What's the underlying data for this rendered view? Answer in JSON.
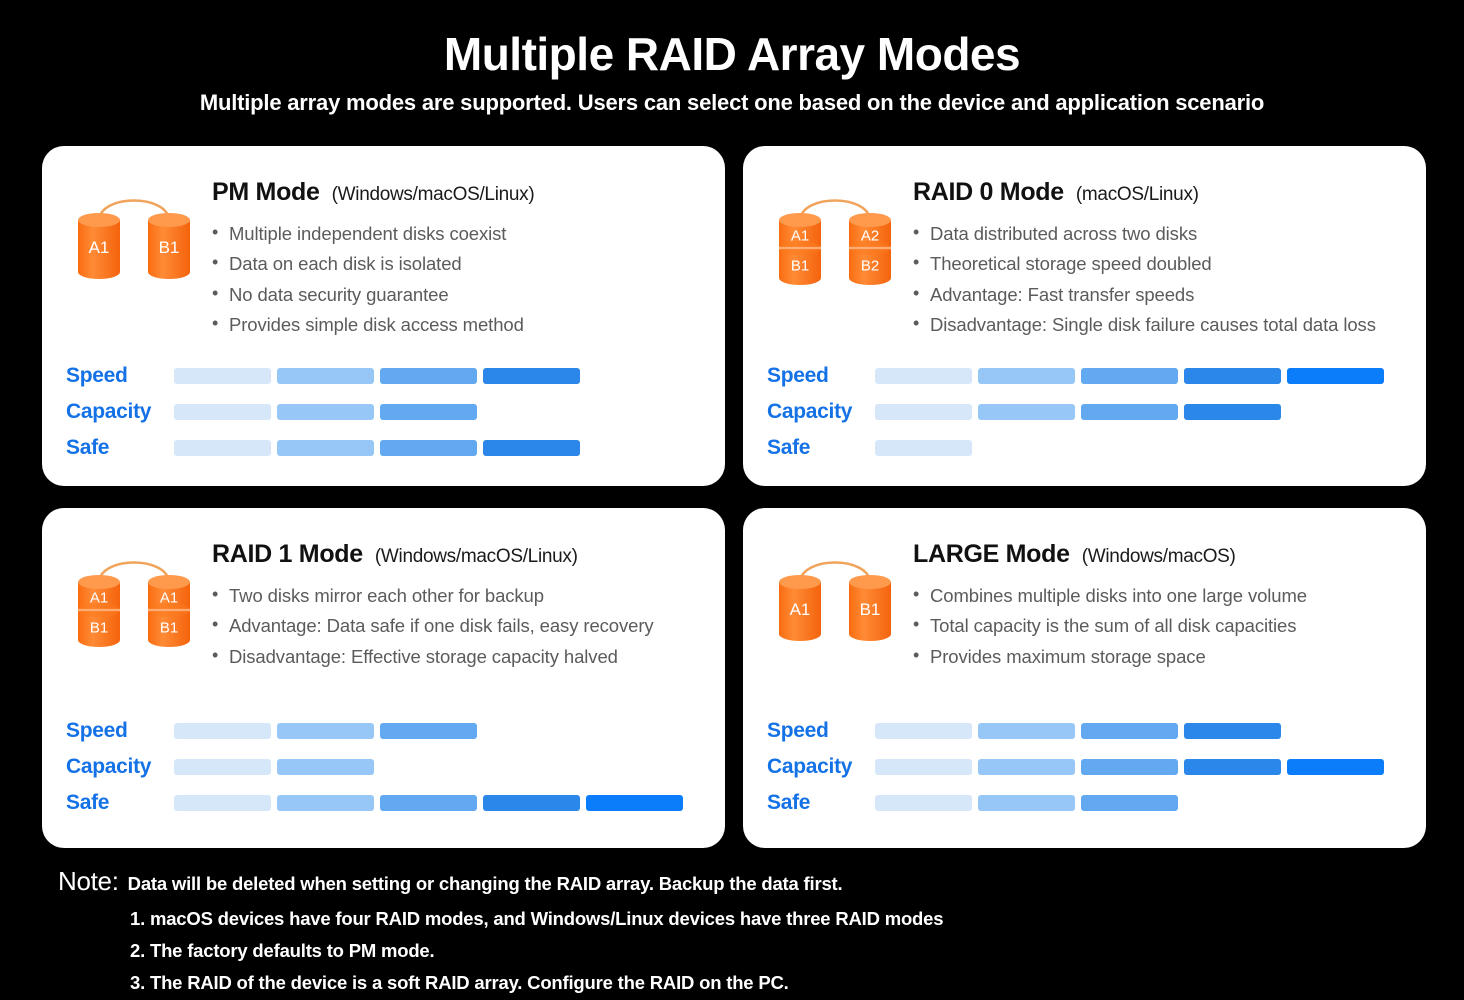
{
  "header": {
    "title": "Multiple RAID Array Modes",
    "subtitle": "Multiple array modes are supported. Users can select one based on the device and application scenario"
  },
  "rating_levels": 5,
  "colors": {
    "background": "#000000",
    "card": "#ffffff",
    "label_blue": "#1472e6",
    "disk_orange": "#f4630c",
    "bullet_text": "#5b5b5b",
    "seg_1": "#d7e7fa",
    "seg_2": "#97c7f7",
    "seg_3": "#62a9f2",
    "seg_4": "#2b88ea",
    "seg_5": "#0b7cfa",
    "seg_empty": "#ffffff"
  },
  "cards": [
    {
      "name": "PM Mode",
      "platforms": "(Windows/macOS/Linux)",
      "icon": "two-disks-icon",
      "disk_labels": [
        [
          "A1"
        ],
        [
          "B1"
        ]
      ],
      "bullets": [
        "Multiple independent disks coexist",
        "Data on each disk is isolated",
        "No data security guarantee",
        "Provides simple disk access method"
      ],
      "ratings": [
        {
          "label": "Speed",
          "value": 4
        },
        {
          "label": "Capacity",
          "value": 3
        },
        {
          "label": "Safe",
          "value": 4
        }
      ]
    },
    {
      "name": "RAID 0 Mode",
      "platforms": "(macOS/Linux)",
      "icon": "two-split-disks-icon",
      "disk_labels": [
        [
          "A1",
          "B1"
        ],
        [
          "A2",
          "B2"
        ]
      ],
      "bullets": [
        "Data distributed across two disks",
        "Theoretical storage speed doubled",
        "Advantage: Fast transfer speeds",
        "Disadvantage: Single disk failure causes total data loss"
      ],
      "ratings": [
        {
          "label": "Speed",
          "value": 5
        },
        {
          "label": "Capacity",
          "value": 4
        },
        {
          "label": "Safe",
          "value": 1
        }
      ]
    },
    {
      "name": "RAID 1 Mode",
      "platforms": "(Windows/macOS/Linux)",
      "icon": "two-split-disks-icon",
      "disk_labels": [
        [
          "A1",
          "B1"
        ],
        [
          "A1",
          "B1"
        ]
      ],
      "bullets": [
        "Two disks mirror each other for backup",
        "Advantage: Data safe if one disk fails, easy recovery",
        "Disadvantage: Effective storage capacity halved"
      ],
      "ratings": [
        {
          "label": "Speed",
          "value": 3
        },
        {
          "label": "Capacity",
          "value": 2
        },
        {
          "label": "Safe",
          "value": 5
        }
      ]
    },
    {
      "name": "LARGE Mode",
      "platforms": "(Windows/macOS)",
      "icon": "two-disks-icon",
      "disk_labels": [
        [
          "A1"
        ],
        [
          "B1"
        ]
      ],
      "bullets": [
        "Combines multiple disks into one large volume",
        "Total capacity is the sum of all disk capacities",
        "Provides maximum storage space"
      ],
      "ratings": [
        {
          "label": "Speed",
          "value": 4
        },
        {
          "label": "Capacity",
          "value": 5
        },
        {
          "label": "Safe",
          "value": 3
        }
      ]
    }
  ],
  "note": {
    "word": "Note:",
    "lead": "Data will be deleted when setting or changing the RAID array. Backup the data first.",
    "items": [
      "1. macOS devices have four RAID modes, and Windows/Linux devices have three RAID modes",
      "2. The factory defaults to PM mode.",
      "3. The RAID of the device is a soft RAID array. Configure the RAID on the PC."
    ]
  }
}
